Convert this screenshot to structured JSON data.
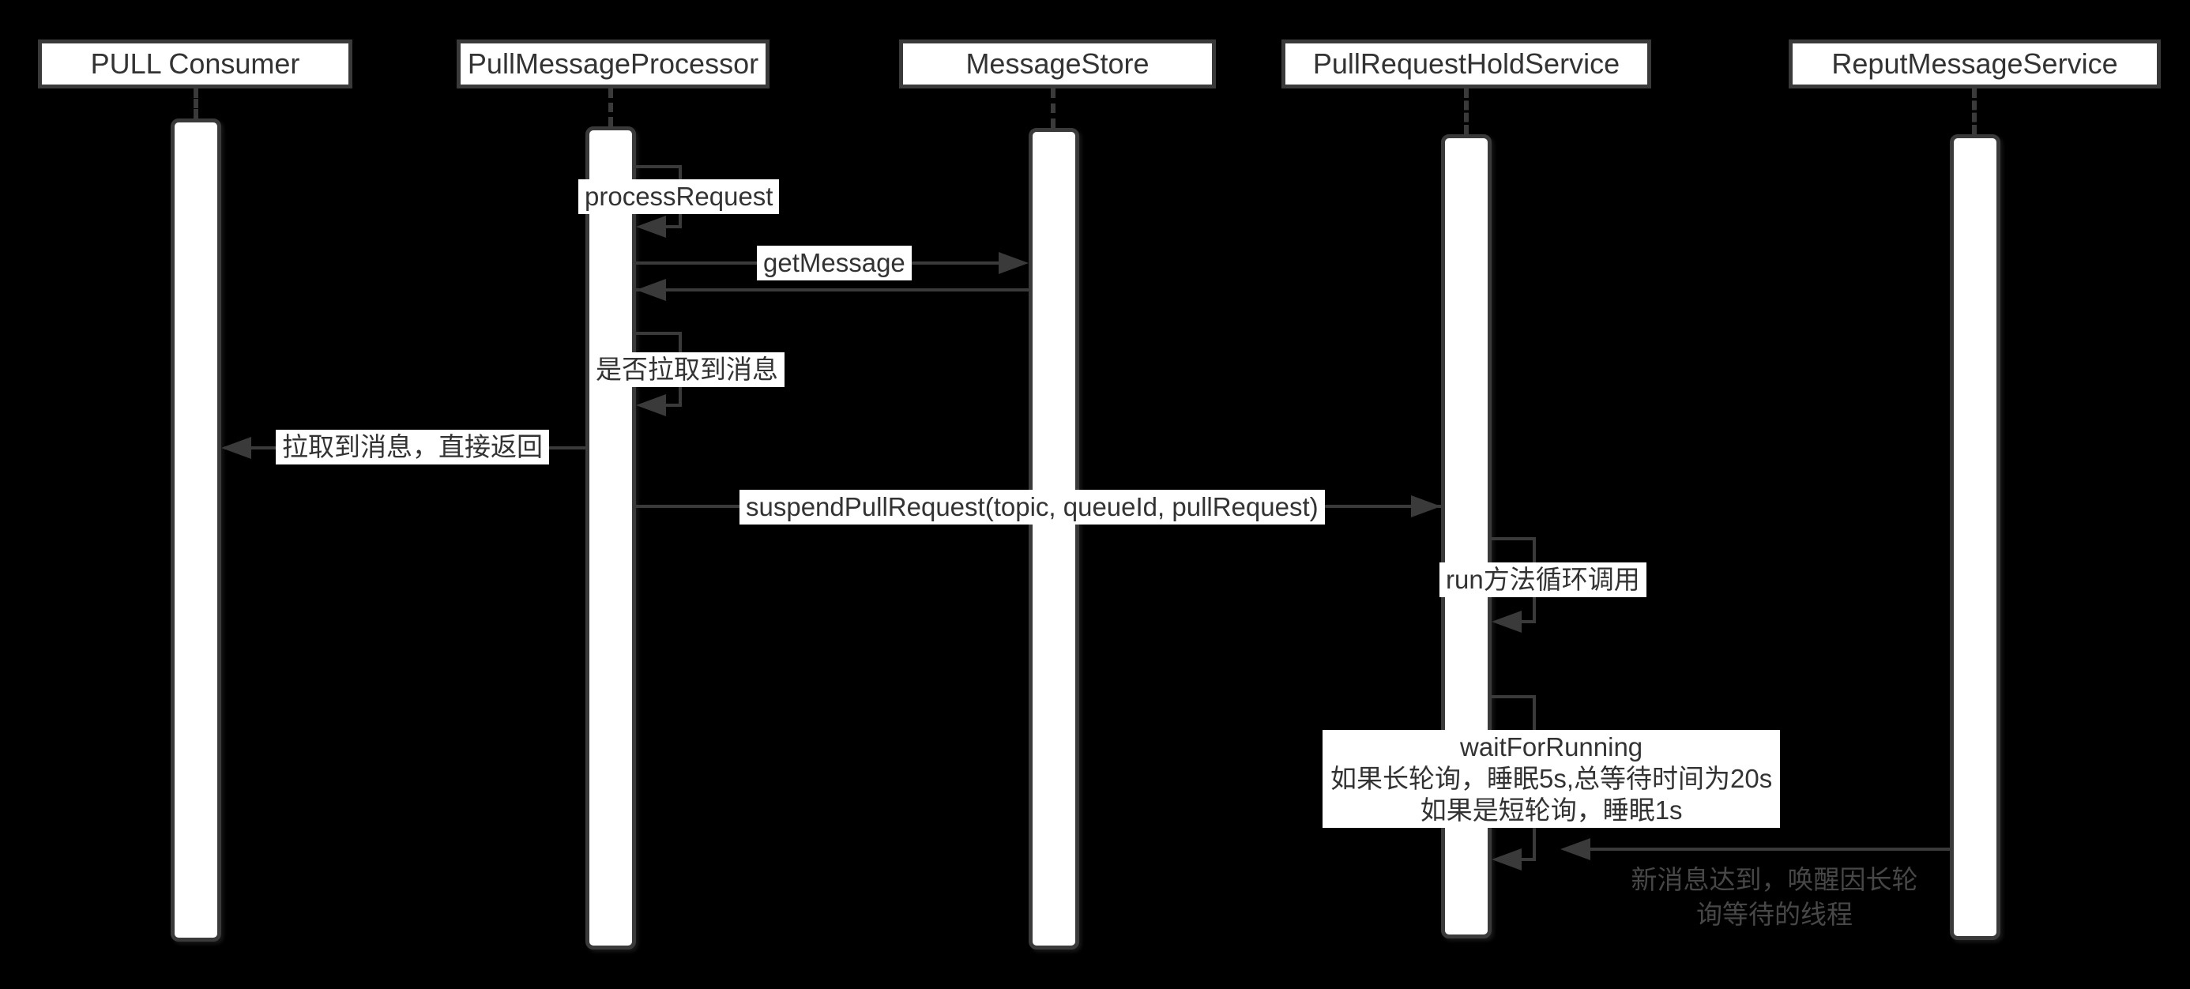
{
  "participants": [
    {
      "name": "PULL Consumer"
    },
    {
      "name": "PullMessageProcessor"
    },
    {
      "name": "MessageStore"
    },
    {
      "name": "PullRequestHoldService"
    },
    {
      "name": "ReputMessageService"
    }
  ],
  "messages": {
    "process_request": {
      "label": "processRequest"
    },
    "get_message": {
      "label": "getMessage"
    },
    "is_message_pulled": {
      "label": "是否拉取到消息"
    },
    "pulled_return": {
      "label": "拉取到消息，直接返回"
    },
    "suspend_pull_request": {
      "label": "suspendPullRequest(topic, queueId, pullRequest)"
    },
    "run_loop": {
      "label": "run方法循环调用"
    },
    "wait_for_running": {
      "title": "waitForRunning",
      "long_polling": "如果长轮询，睡眠5s,总等待时间为20s",
      "short_polling": "如果是短轮询，睡眠1s"
    },
    "new_message_arrived": {
      "line1": "新消息达到，唤醒因长轮",
      "line2": "询等待的线程"
    }
  },
  "colors": {
    "background": "#000000",
    "stroke": "#3a3a3a",
    "participant_fill": "#ffffff",
    "label_text": "#333333",
    "note_text": "#474747"
  }
}
